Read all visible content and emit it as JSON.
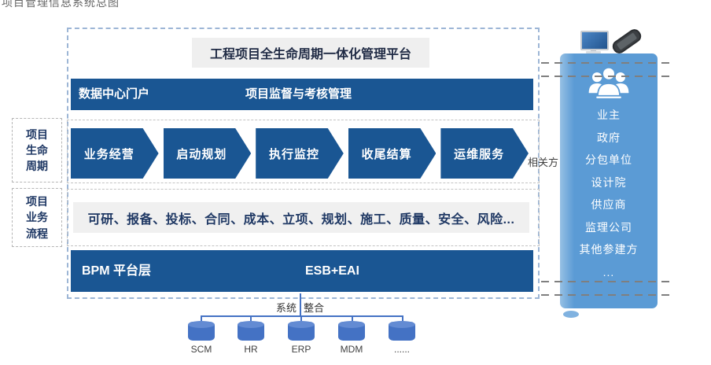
{
  "caption": "项目管理信息系统总图",
  "platform": {
    "title": "工程项目全生命周期一体化管理平台"
  },
  "header_bar": {
    "left": "数据中心门户",
    "center": "项目监督与考核管理"
  },
  "lifecycle": {
    "label": "项目\n生命\n周期",
    "stages": [
      "业务经营",
      "启动规划",
      "执行监控",
      "收尾结算",
      "运维服务"
    ]
  },
  "stakeholder_label": "相关方",
  "business": {
    "label": "项目\n业务\n流程",
    "text": "可研、报备、投标、合同、成本、立项、规划、施工、质量、安全、风险..."
  },
  "platform_layer": {
    "left": "BPM  平台层",
    "center": "ESB+EAI"
  },
  "integration": {
    "label_left": "系统",
    "label_right": "整合",
    "systems": [
      "SCM",
      "HR",
      "ERP",
      "MDM",
      "......"
    ]
  },
  "stakeholders": {
    "items": [
      "业主",
      "政府",
      "分包单位",
      "设计院",
      "供应商",
      "监理公司",
      "其他参建方",
      "..."
    ]
  },
  "icons": {
    "monitor": "desktop-monitor",
    "phone": "smartphone",
    "users": "people-group",
    "database": "database-cylinder"
  },
  "colors": {
    "bar_blue": "#1a5693",
    "panel_blue": "#5b9bd5",
    "connector_blue": "#4472c4",
    "navy_text": "#1f3864",
    "gray_strip": "#f0f0f0"
  }
}
